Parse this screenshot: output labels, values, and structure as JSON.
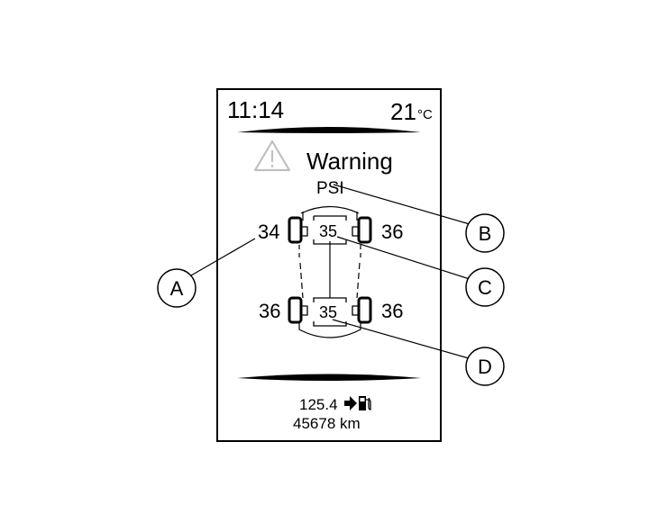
{
  "display": {
    "time": "11:14",
    "temperature": "21",
    "temperature_unit": "°C",
    "warning_label": "Warning",
    "pressure_unit": "PSI",
    "tires": {
      "front_left": "34",
      "front_right": "36",
      "rear_left": "36",
      "rear_right": "36"
    },
    "spare_front": "35",
    "spare_rear": "35",
    "range_value": "125.4",
    "odometer": "45678 km"
  },
  "callouts": {
    "a": "A",
    "b": "B",
    "c": "C",
    "d": "D"
  },
  "icons": {
    "warning": "warning-triangle-icon",
    "fuel": "fuel-pump-icon",
    "arrow": "arrow-right-icon"
  },
  "colors": {
    "warning_icon": "#bfbfbf",
    "line": "#000000"
  }
}
